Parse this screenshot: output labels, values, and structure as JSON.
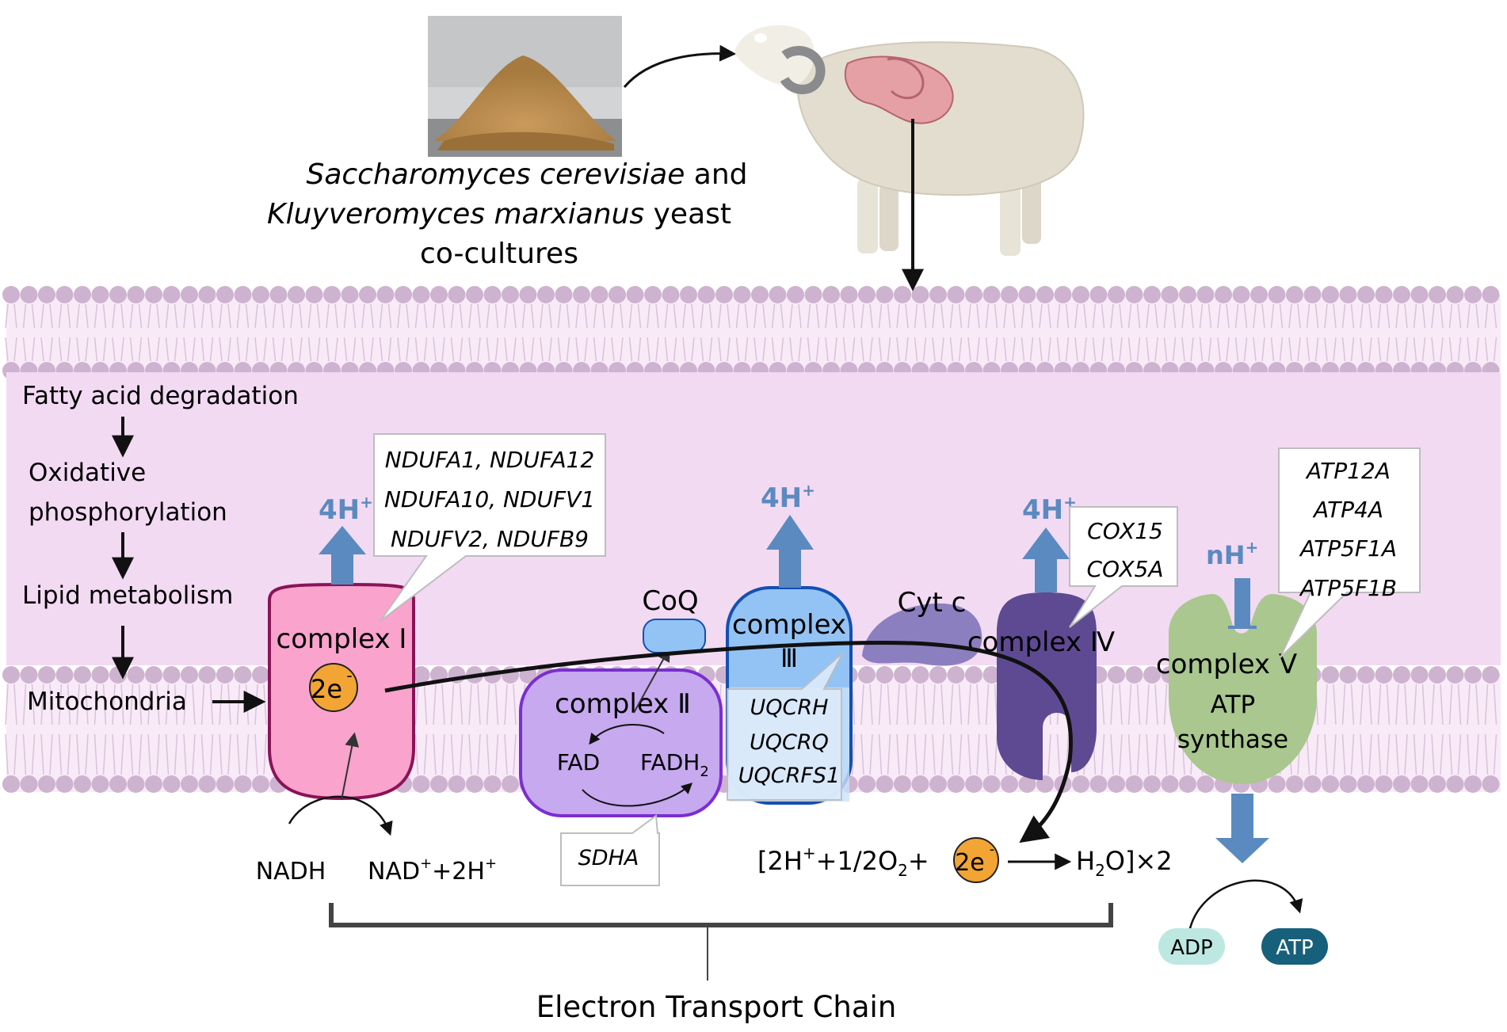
{
  "caption": {
    "line1_italic": "Saccharomyces cerevisiae",
    "line1_plain": " and",
    "line2_italic": "Kluyveromyces marxianus",
    "line2_plain": " yeast",
    "line3": "co-cultures"
  },
  "pathway": [
    "Fatty acid degradation",
    "Oxidative",
    "phosphorylation",
    "Lipid metabolism",
    "Mitochondria"
  ],
  "complex1": {
    "label": "complex Ⅰ",
    "electron": "2e",
    "electron_sup": "-",
    "proton": "4H",
    "proton_sup": "+",
    "genes": [
      "NDUFA1, NDUFA12",
      "NDUFA10, NDUFV1",
      "NDUFV2,  NDUFB9"
    ],
    "nadh": "NADH",
    "nad": "NAD",
    "nad_sup": "+",
    "nad_tail": "+2H",
    "nad_tail_sup": "+"
  },
  "complex2": {
    "label": "complex Ⅱ",
    "fad": "FAD",
    "fadh": "FADH",
    "fadh_sub": "2",
    "gene": "SDHA"
  },
  "coq": "CoQ",
  "complex3": {
    "label_top": "complex",
    "label_bottom": "Ⅲ",
    "proton": "4H",
    "proton_sup": "+",
    "genes": [
      "UQCRH",
      "UQCRQ",
      "UQCRFS1"
    ]
  },
  "cytc": "Cyt c",
  "complex4": {
    "label": "complex Ⅳ",
    "proton": "4H",
    "proton_sup": "+",
    "genes": [
      "COX15",
      "COX5A"
    ]
  },
  "complex5": {
    "label": "complex  Ⅴ",
    "sub1": "ATP",
    "sub2": "synthase",
    "proton": "nH",
    "proton_sup": "+",
    "genes": [
      "ATP12A",
      "ATP4A",
      "ATP5F1A",
      "ATP5F1B"
    ],
    "adp": "ADP",
    "atp": "ATP"
  },
  "water_reaction": {
    "part1": "[2H",
    "part1_sup": "+",
    "part2": "+1/2O",
    "part2_sub": "2",
    "part3": "+",
    "electron": "2e",
    "electron_sup": "-",
    "product": "H",
    "product_sub": "2",
    "product_tail": "O]×2"
  },
  "etc_label": "Electron Transport Chain",
  "colors": {
    "membrane_band": "#f3daf3",
    "lipid_head": "#cdb3cf",
    "complex1": "#f9a3cd",
    "complex1_border": "#8a1359",
    "complex2": "#c6a9ef",
    "complex2_border": "#7a2ed0",
    "complex3": "#93c3f5",
    "complex3_border": "#1450b0",
    "complex4": "#5e4a92",
    "cytc": "#8c7fbf",
    "complex5": "#a9c78e",
    "proton_arrow": "#5b8ac0",
    "electron": "#f2a534",
    "adp": "#bde8e2",
    "atp": "#16607c"
  }
}
